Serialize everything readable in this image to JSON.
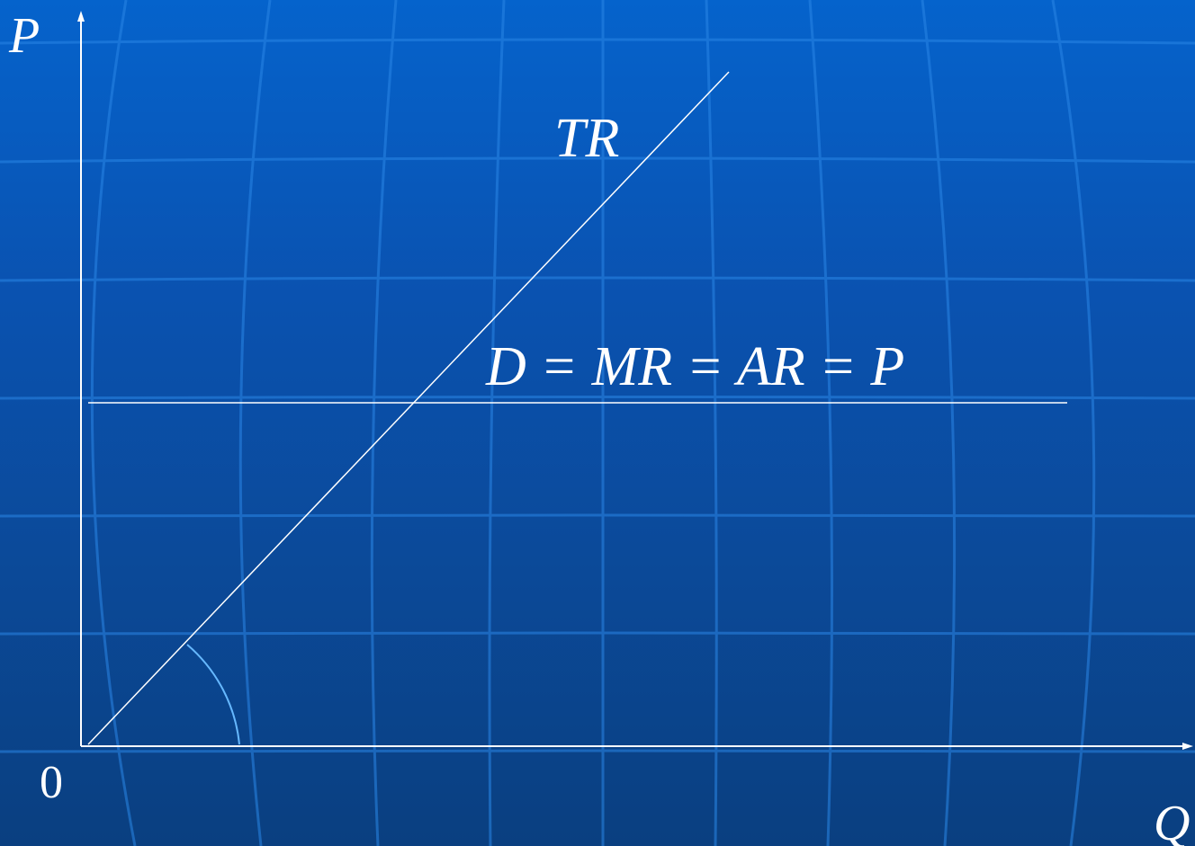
{
  "diagram": {
    "axis_y_label": "P",
    "axis_x_label": "Q",
    "origin_label": "0",
    "tr_label": "TR",
    "demand_label": "D = MR = AR = P"
  },
  "colors": {
    "background_top": "#0563cc",
    "background_bottom": "#0a3f80",
    "line": "#ffffff",
    "angle_arc": "#66b8ff",
    "grid": "#2a86e6"
  }
}
